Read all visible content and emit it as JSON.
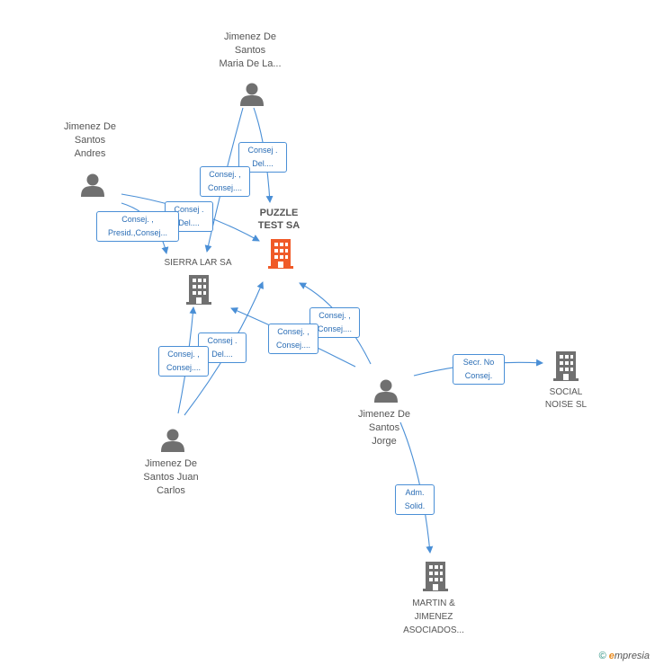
{
  "nodes": {
    "maria": [
      "Jimenez De",
      "Santos",
      "Maria De La..."
    ],
    "andres": [
      "Jimenez De",
      "Santos",
      "Andres"
    ],
    "puzzle": [
      "PUZZLE",
      "TEST SA"
    ],
    "sierra": [
      "SIERRA LAR SA"
    ],
    "jorge": [
      "Jimenez De",
      "Santos",
      "Jorge"
    ],
    "juan": [
      "Jimenez De",
      "Santos Juan",
      "Carlos"
    ],
    "social": [
      "SOCIAL",
      "NOISE SL"
    ],
    "martin": [
      "MARTIN &",
      "JIMENEZ",
      "ASOCIADOS..."
    ]
  },
  "relations": {
    "r1": [
      "Consej .",
      "Del...."
    ],
    "r2": [
      "Consej. ,",
      "Consej...."
    ],
    "r3": [
      "Consej .",
      "Del...."
    ],
    "r4": [
      "Consej. ,",
      "Presid.,Consej..."
    ],
    "r5": [
      "Consej. ,",
      "Consej...."
    ],
    "r6": [
      "Consej. ,",
      "Consej...."
    ],
    "r7": [
      "Consej .",
      "Del...."
    ],
    "r8": [
      "Consej. ,",
      "Consej...."
    ],
    "r9": [
      "Secr. No",
      "Consej."
    ],
    "r10": [
      "Adm.",
      "Solid."
    ]
  },
  "colors": {
    "edge": "#4a8fd6",
    "person_icon": "#707070",
    "company_icon": "#707070",
    "focus_company_icon": "#f05a28"
  },
  "footer": {
    "symbol": "©",
    "brand_initial": "e",
    "brand_rest": "mpresia"
  }
}
